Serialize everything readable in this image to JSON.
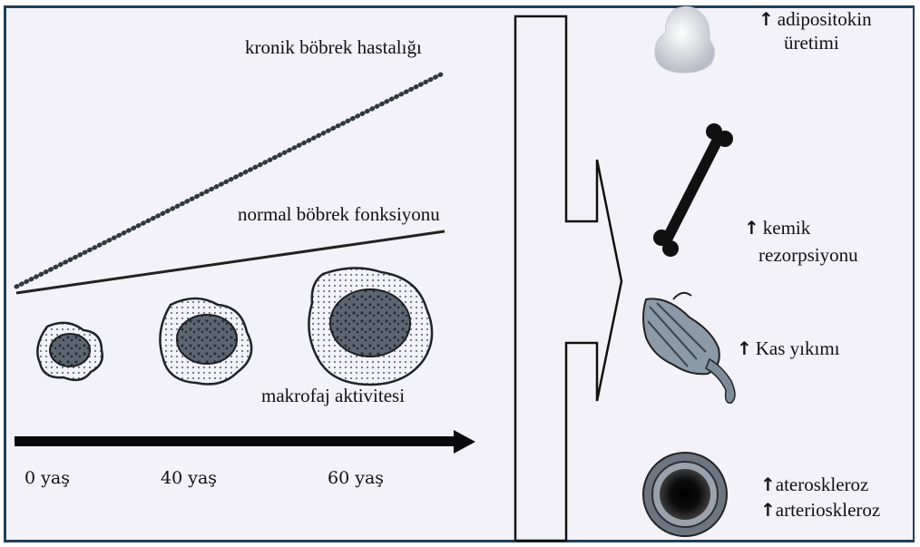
{
  "lines": {
    "ckd_label": "kronik böbrek hastalığı",
    "normal_label": "normal böbrek fonksiyonu"
  },
  "macrophage_label": "makrofaj aktivitesi",
  "ages": [
    "0 yaş",
    "40 yaş",
    "60 yaş"
  ],
  "effects": {
    "adipocytokine_line1": "adipositokin",
    "adipocytokine_line2": "üretimi",
    "bone_line1": "kemik",
    "bone_line2": "rezorpsiyonu",
    "muscle": "Kas yıkımı",
    "vessel_line1": "ateroskleroz",
    "vessel_line2": "arterioskleroz"
  },
  "icons": [
    "up-arrow-icon",
    "fat-tissue-icon",
    "bone-icon",
    "muscle-icon",
    "artery-cross-section-icon",
    "macrophage-cell-icon"
  ],
  "colors": {
    "background": "#f3f2f8",
    "frame": "#1f3f5c",
    "ink": "#111111",
    "cell": "#b9c3cf"
  }
}
